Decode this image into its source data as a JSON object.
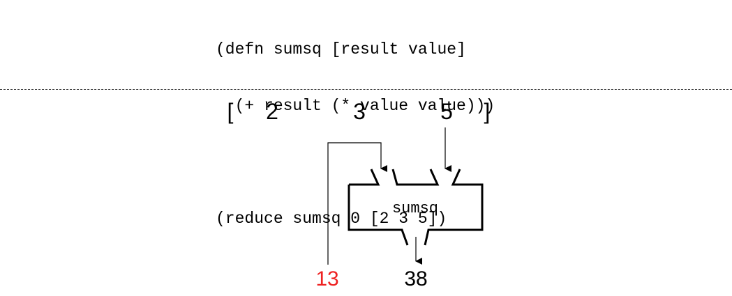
{
  "code": {
    "lines": [
      "(defn sumsq [result value]",
      "  (+ result (* value value)))",
      "",
      "(reduce sumsq 0 [2 3 5])"
    ]
  },
  "vector": {
    "open_bracket": "[",
    "items": [
      "2",
      "3",
      "5"
    ],
    "close_bracket": "]"
  },
  "function_box": {
    "label": "sumsq"
  },
  "accumulator": {
    "value": "13",
    "color": "#ee2222"
  },
  "result": {
    "value": "38",
    "color": "#000000"
  }
}
